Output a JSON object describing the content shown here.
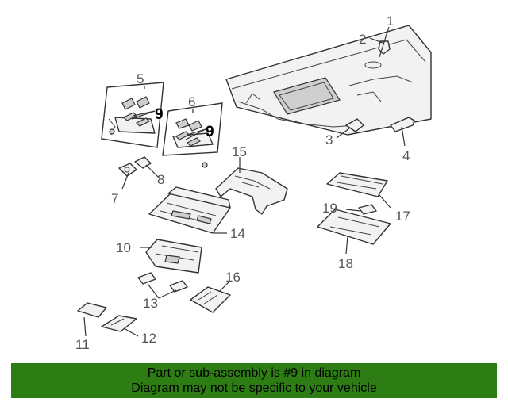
{
  "callouts": {
    "c1": "1",
    "c2": "2",
    "c3": "3",
    "c4": "4",
    "c5": "5",
    "c6": "6",
    "c7": "7",
    "c8": "8",
    "c9a": "9",
    "c9b": "9",
    "c10": "10",
    "c11": "11",
    "c12": "12",
    "c13": "13",
    "c14": "14",
    "c15": "15",
    "c16": "16",
    "c17": "17",
    "c18": "18",
    "c19": "19"
  },
  "banner": {
    "line1": "Part or sub-assembly is #9 in diagram",
    "line2": "Diagram may not be specific to your vehicle",
    "color": "#2e7d14"
  }
}
